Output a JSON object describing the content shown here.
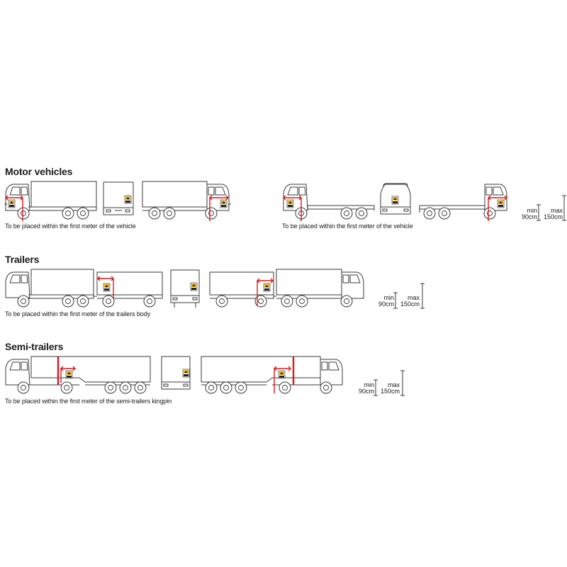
{
  "sections": {
    "motor": {
      "title": "Motor vehicles",
      "caption_left": "To be placed within the first meter of the vehicle",
      "caption_right": "To be placed within the first meter of the vehicle"
    },
    "trailers": {
      "title": "Trailers",
      "caption": "To be placed within the first meter of the trailers body"
    },
    "semi": {
      "title": "Semi-trailers",
      "caption": "To be placed within the first meter of the semi-trailers kingpin"
    }
  },
  "dimension_labels": {
    "min_label": "min",
    "min_value": "90cm",
    "max_label": "max",
    "max_value": "150cm"
  },
  "colors": {
    "line": "#3a3a3a",
    "marker": "#d7191c",
    "sign_yellow": "#f2b705"
  }
}
